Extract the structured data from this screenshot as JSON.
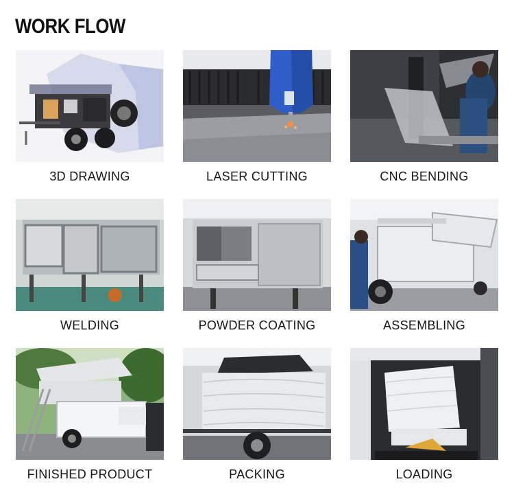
{
  "page": {
    "title": "WORK FLOW"
  },
  "steps": [
    {
      "label": "3D DRAWING",
      "icon": "trailer-cad-render-image"
    },
    {
      "label": "LASER CUTTING",
      "icon": "laser-cutter-image"
    },
    {
      "label": "CNC BENDING",
      "icon": "press-brake-image"
    },
    {
      "label": "WELDING",
      "icon": "welded-frame-image"
    },
    {
      "label": "POWDER COATING",
      "icon": "coated-body-image"
    },
    {
      "label": "ASSEMBLING",
      "icon": "assembly-line-image"
    },
    {
      "label": "FINISHED PRODUCT",
      "icon": "camper-trailer-image"
    },
    {
      "label": "PACKING",
      "icon": "wrapped-trailer-image"
    },
    {
      "label": "LOADING",
      "icon": "container-loading-image"
    }
  ]
}
